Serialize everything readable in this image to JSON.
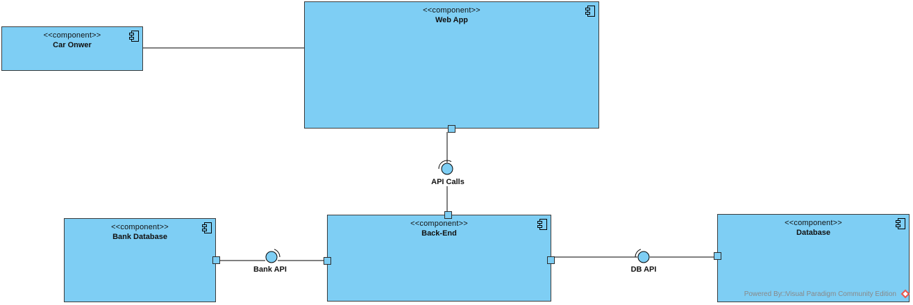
{
  "diagram": {
    "components": {
      "car_owner": {
        "stereotype": "<<component>>",
        "name": "Car Onwer"
      },
      "web_app": {
        "stereotype": "<<component>>",
        "name": "Web App"
      },
      "bank_database": {
        "stereotype": "<<component>>",
        "name": "Bank Database"
      },
      "back_end": {
        "stereotype": "<<component>>",
        "name": "Back-End"
      },
      "database": {
        "stereotype": "<<component>>",
        "name": "Database"
      }
    },
    "interfaces": {
      "api_calls": {
        "name": "API Calls"
      },
      "bank_api": {
        "name": "Bank API"
      },
      "db_api": {
        "name": "DB API"
      }
    },
    "connections": [
      {
        "from": "Car Onwer",
        "to": "Web App"
      },
      {
        "from": "Web App",
        "to": "API Calls"
      },
      {
        "from": "API Calls",
        "to": "Back-End"
      },
      {
        "from": "Bank Database",
        "to": "Bank API"
      },
      {
        "from": "Bank API",
        "to": "Back-End"
      },
      {
        "from": "Back-End",
        "to": "DB API"
      },
      {
        "from": "DB API",
        "to": "Database"
      }
    ],
    "colors": {
      "component_fill": "#7ecef4",
      "border": "#3a3a3a"
    }
  },
  "footer": {
    "text": "Powered By□Visual Paradigm Community Edition"
  }
}
